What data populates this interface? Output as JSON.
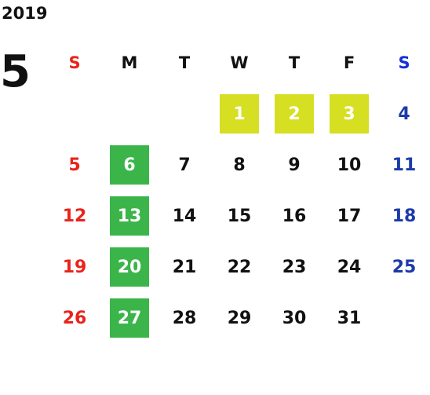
{
  "calendar": {
    "year": "2019",
    "month": "5",
    "weekdays": [
      "S",
      "M",
      "T",
      "W",
      "T",
      "F",
      "S"
    ],
    "weeks": [
      [
        null,
        null,
        null,
        {
          "day": "1",
          "style": "holiday"
        },
        {
          "day": "2",
          "style": "holiday"
        },
        {
          "day": "3",
          "style": "holiday"
        },
        {
          "day": "4"
        }
      ],
      [
        {
          "day": "5"
        },
        {
          "day": "6",
          "style": "monhl"
        },
        {
          "day": "7"
        },
        {
          "day": "8"
        },
        {
          "day": "9"
        },
        {
          "day": "10"
        },
        {
          "day": "11"
        }
      ],
      [
        {
          "day": "12"
        },
        {
          "day": "13",
          "style": "monhl"
        },
        {
          "day": "14"
        },
        {
          "day": "15"
        },
        {
          "day": "16"
        },
        {
          "day": "17"
        },
        {
          "day": "18"
        }
      ],
      [
        {
          "day": "19"
        },
        {
          "day": "20",
          "style": "monhl"
        },
        {
          "day": "21"
        },
        {
          "day": "22"
        },
        {
          "day": "23"
        },
        {
          "day": "24"
        },
        {
          "day": "25"
        }
      ],
      [
        {
          "day": "26"
        },
        {
          "day": "27",
          "style": "monhl"
        },
        {
          "day": "28"
        },
        {
          "day": "29"
        },
        {
          "day": "30"
        },
        {
          "day": "31"
        },
        null
      ]
    ]
  },
  "colors": {
    "sunday": "#e8241c",
    "saturday": "#1c3aa8",
    "holiday_yellow": "#d6df22",
    "holiday_green": "#3bb54a",
    "text": "#111111"
  }
}
